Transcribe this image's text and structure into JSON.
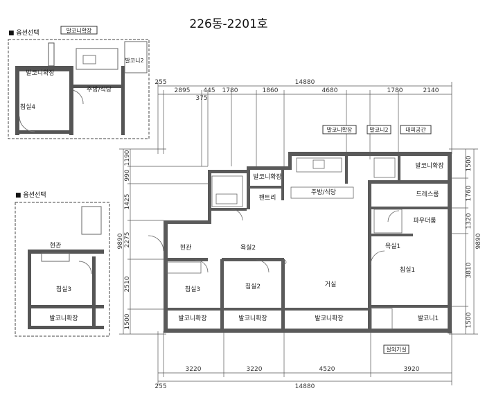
{
  "title": "226동-2201호",
  "option_label_1": "■ 옵션선택",
  "option_label_2": "■ 옵션선택",
  "dims_top": {
    "overall": "14880",
    "offset": "255",
    "segments": [
      "2895",
      "445",
      "1780",
      "1860",
      "4680",
      "1780",
      "2140"
    ],
    "sub": "375"
  },
  "dims_bottom": {
    "overall": "14880",
    "offset": "255",
    "segments": [
      "3220",
      "3220",
      "4520",
      "3920"
    ]
  },
  "dims_left": {
    "overall": "9890",
    "segments": [
      "1190",
      "990",
      "1425",
      "2275",
      "2510",
      "1500"
    ]
  },
  "dims_right": {
    "overall": "9890",
    "segments": [
      "1500",
      "1760",
      "1320",
      "3810",
      "1500"
    ]
  },
  "main_rooms": {
    "living": "거실",
    "kitchen": "주방/식당",
    "pantry": "팬트리",
    "entrance": "현관",
    "bath2": "욕실2",
    "bath1": "욕실1",
    "bed1": "침실1",
    "bed2": "침실2",
    "bed3": "침실3",
    "dress": "드레스룸",
    "powder": "파우더룸",
    "balc_ext_bed3": "발코니확장",
    "balc_ext_bed2": "발코니확장",
    "balc_ext_living": "발코니확장",
    "balc_ext_master": "발코니확장",
    "balc_ext_pantry": "발코니확장",
    "balc1": "발코니1"
  },
  "main_tags": {
    "balc_ext": "발코니확장",
    "balc2": "발코니2",
    "evac": "대피공간",
    "outdoor_unit": "실외기실"
  },
  "opt1": {
    "tag_top": "발코니확장",
    "balc2": "발코니2",
    "balc_ext": "발코니확장",
    "kitchen": "주방/식당",
    "bed4": "침실4"
  },
  "opt2": {
    "entrance": "현관",
    "bed3": "침실3",
    "balc_ext": "발코니확장"
  }
}
